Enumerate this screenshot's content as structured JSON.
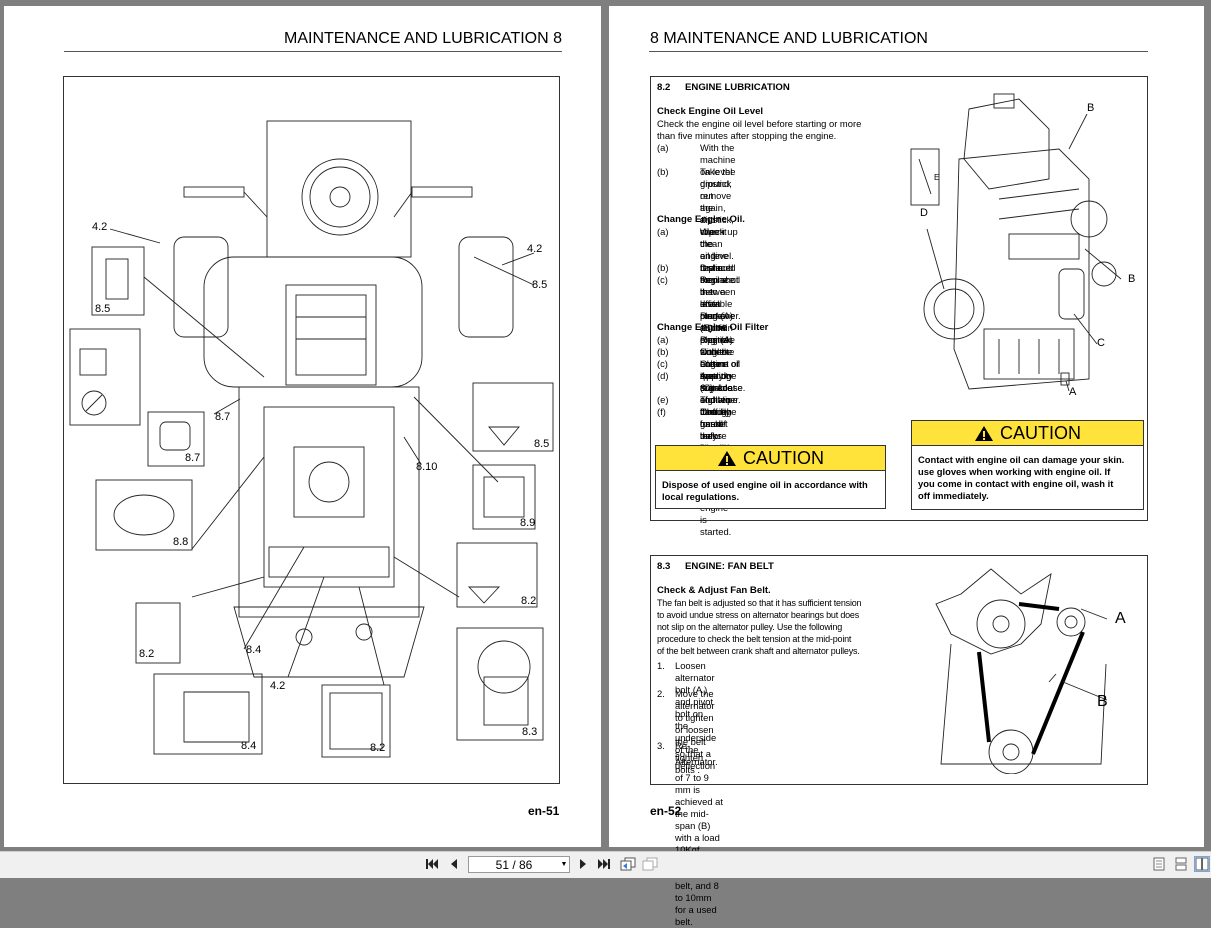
{
  "left_page": {
    "header": "MAINTENANCE AND LUBRICATION 8",
    "footer": "en-51",
    "labels": [
      "4.2",
      "4.2",
      "8.5",
      "8.5",
      "8.7",
      "8.7",
      "8.5",
      "8.10",
      "8.9",
      "8.8",
      "8.2",
      "8.2",
      "8.4",
      "4.2",
      "8.4",
      "8.2",
      "8.3"
    ]
  },
  "right_page": {
    "header": "8 MAINTENANCE AND LUBRICATION",
    "footer": "en-52",
    "section_82": {
      "number": "8.2",
      "title": "ENGINE LUBRICATION",
      "check_head": "Check Engine Oil Level",
      "check_intro": [
        "Check the engine oil level before starting or more",
        "than five minutes after stopping the engine."
      ],
      "check_steps": [
        {
          "label": "(a)",
          "lines": [
            "With the machine on level ground, remove",
            "the dipstick, wipe it clean and replace."
          ]
        },
        {
          "label": "(b)",
          "lines": [
            "Take the dipstick out again, and check the",
            "oil level.  It should be between level marks",
            "(E) on dipstick."
          ]
        }
      ],
      "change_head": "Change Engine Oil.",
      "change_steps": [
        {
          "label": "(a)",
          "lines": [
            "Warm up the engine first and then shut it",
            "off.  Remove oil drain plug (A) from the",
            "bottom of the crankcase and wipe it off."
          ]
        },
        {
          "label": "(b)",
          "lines": [
            "Drain engine oil in to a suitable container."
          ]
        },
        {
          "label": "(c)",
          "lines": [
            "Replace the drain plug (A) and fill engine",
            "with the correct quantity & grade of oil",
            "through one of the fillers (B)."
          ]
        }
      ],
      "filter_head": "Change Engine Oil Filter",
      "filter_steps": [
        {
          "label": "(a)",
          "lines": [
            "Remove single-unit cartridge (C)"
          ]
        },
        {
          "label": "(b)",
          "lines": [
            "Collect engine oil in a suitable container."
          ]
        },
        {
          "label": "(c)",
          "lines": [
            "Clean area on crankcase."
          ]
        },
        {
          "label": "(d)",
          "lines": [
            "Apply thin coat of oil to cartridge gasket",
            "before installing."
          ]
        },
        {
          "label": "(e)",
          "lines": [
            "Tighten filter by hand only."
          ]
        },
        {
          "label": "(f)",
          "lines": [
            "Check for oil leaks around the cartridge",
            "gasket after engine is started."
          ]
        }
      ],
      "caution1": {
        "title": "CAUTION",
        "lines": [
          "Dispose of used engine oil in accordance with",
          "local regulations."
        ]
      },
      "caution2": {
        "title": "CAUTION",
        "lines": [
          "Contact with engine oil can damage your skin.",
          "use gloves when working with engine oil. If",
          "you come in contact with engine oil, wash it",
          "off immediately."
        ]
      },
      "engine_labels": {
        "B": "B",
        "E": "E",
        "D": "D",
        "C": "C",
        "A": "A"
      }
    },
    "section_83": {
      "number": "8.3",
      "title": "ENGINE: FAN BELT",
      "head": "Check & Adjust Fan Belt.",
      "intro": [
        "The fan belt is adjusted so that it has sufficient tension",
        "to avoid undue stress on alternator bearings but does",
        "not slip on the alternator pulley. Use the following",
        "procedure to check the belt tension at the mid-point",
        "of the belt between crank shaft and alternator pulleys."
      ],
      "steps": [
        {
          "label": "1.",
          "lines": [
            "Loosen alternator bolt (A ) and pivot bolt on the",
            "underside of the Alternator."
          ]
        },
        {
          "label": "2.",
          "lines": [
            "Move the alternator to tighten or loosen the belt",
            "so that a deflection of 7 to 9 mm is achieved at",
            "the mid-span (B) with a load 10Kgf (98N/22lbs)",
            "for a new belt, and 8 to 10mm for a used belt."
          ]
        },
        {
          "label": "3.",
          "lines": [
            "Re-tighten bolts ."
          ]
        }
      ],
      "fig_labels": {
        "A": "A",
        "B": "B"
      }
    }
  },
  "toolbar": {
    "page_indicator": "51 / 86"
  }
}
